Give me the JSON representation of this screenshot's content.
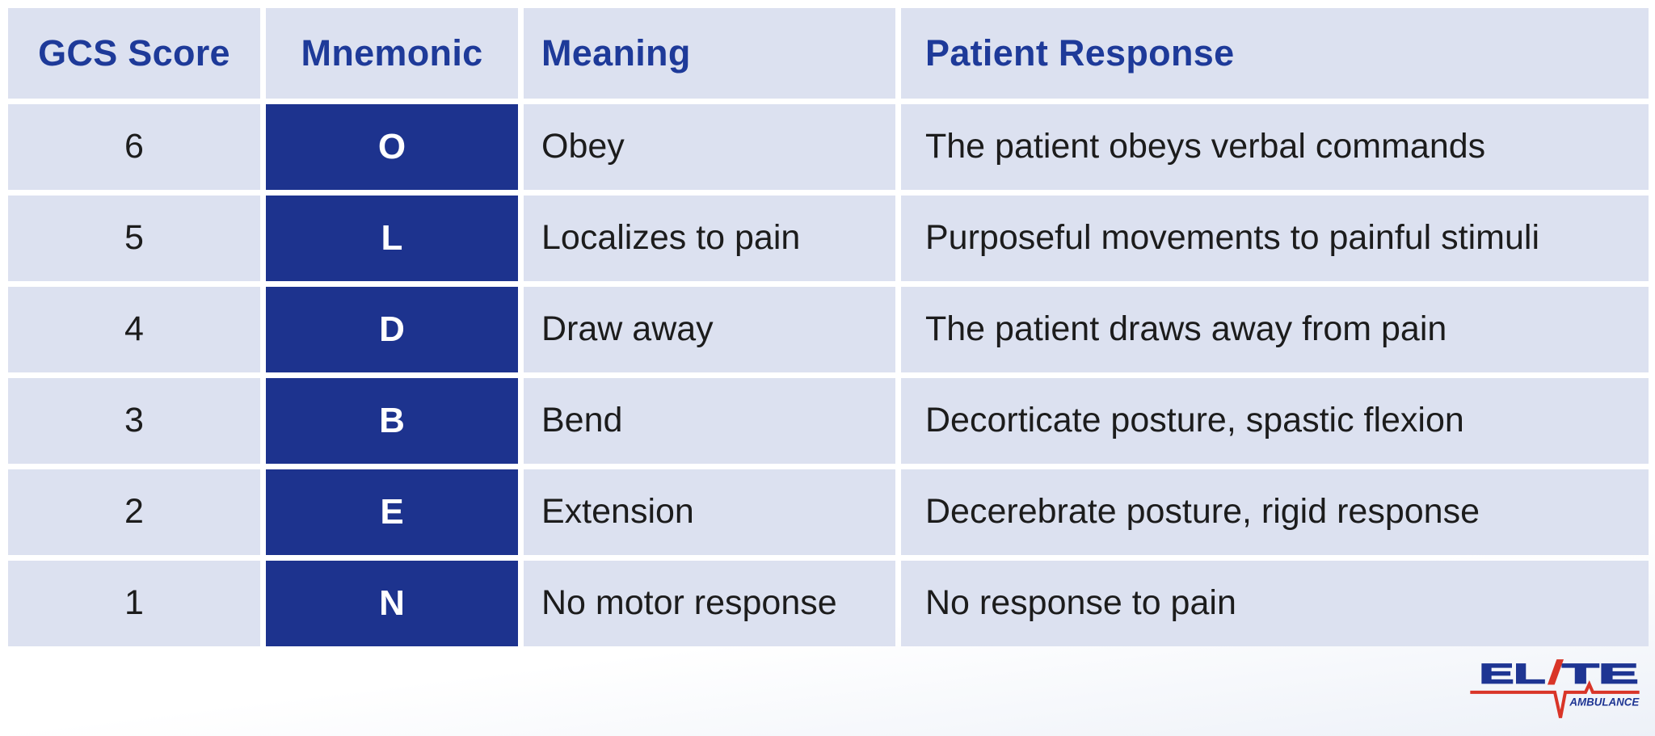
{
  "colors": {
    "header_text": "#1e3a99",
    "cell_background": "#dce1f0",
    "mnemonic_cell_background": "#1d338e",
    "mnemonic_text": "#ffffff",
    "body_text": "#1c1c1c",
    "logo_blue": "#1e3593",
    "logo_red": "#d93528"
  },
  "table": {
    "headers": [
      "GCS Score",
      "Mnemonic",
      "Meaning",
      "Patient Response"
    ],
    "rows": [
      {
        "score": "6",
        "mnemonic": "O",
        "meaning": "Obey",
        "response": "The patient obeys verbal commands"
      },
      {
        "score": "5",
        "mnemonic": "L",
        "meaning": "Localizes to pain",
        "response": "Purposeful movements to painful stimuli"
      },
      {
        "score": "4",
        "mnemonic": "D",
        "meaning": "Draw away",
        "response": "The patient draws away from pain"
      },
      {
        "score": "3",
        "mnemonic": "B",
        "meaning": "Bend",
        "response": "Decorticate posture, spastic flexion"
      },
      {
        "score": "2",
        "mnemonic": "E",
        "meaning": "Extension",
        "response": "Decerebrate posture, rigid response"
      },
      {
        "score": "1",
        "mnemonic": "N",
        "meaning": "No motor response",
        "response": "No response to pain"
      }
    ]
  },
  "logo": {
    "word_left": "EL",
    "word_right": "TE",
    "subtitle": "AMBULANCE"
  }
}
